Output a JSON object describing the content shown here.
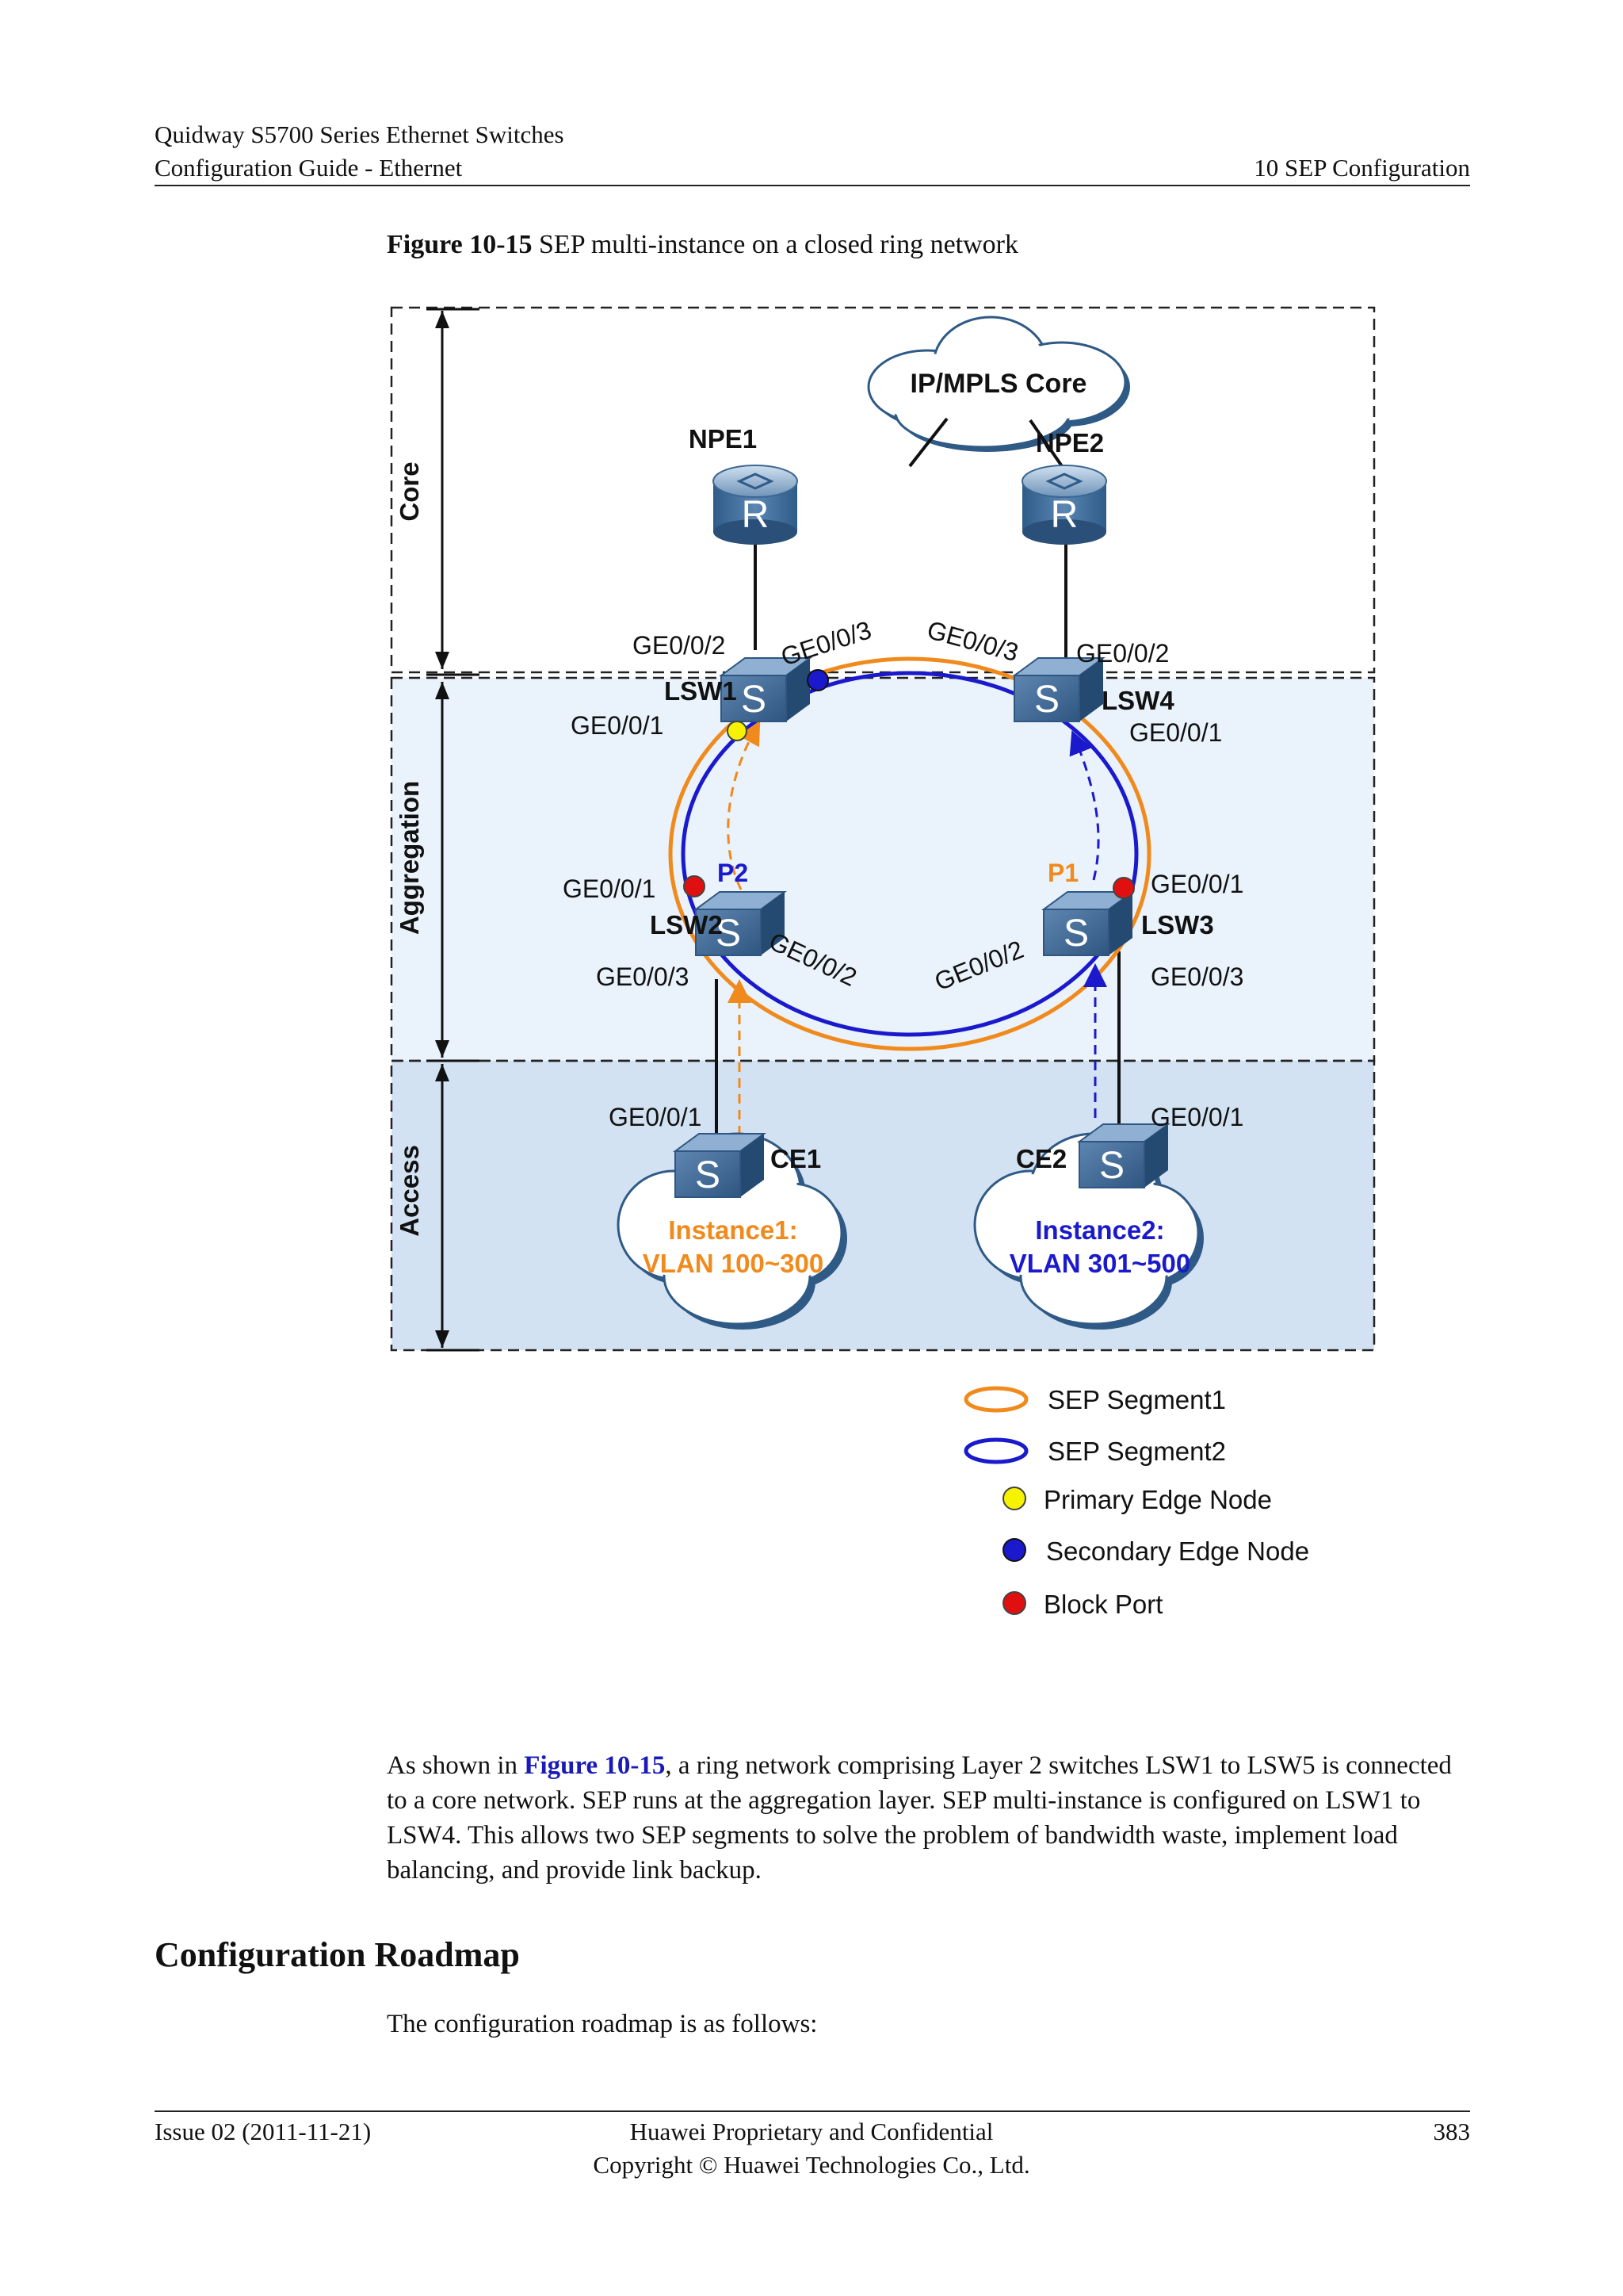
{
  "header": {
    "product": "Quidway S5700 Series Ethernet Switches",
    "guide": "Configuration Guide - Ethernet",
    "chapter": "10 SEP Configuration"
  },
  "figure": {
    "caption_label": "Figure 10-15",
    "caption_text": " SEP multi-instance on a closed ring network",
    "layers": {
      "core": "Core",
      "aggregation": "Aggregation",
      "access": "Access"
    },
    "cloud_label": "IP/MPLS Core",
    "router_glyph": "R",
    "switch_glyph": "S",
    "nodes": {
      "npe1": "NPE1",
      "npe2": "NPE2",
      "lsw1": "LSW1",
      "lsw2": "LSW2",
      "lsw3": "LSW3",
      "lsw4": "LSW4",
      "ce1": "CE1",
      "ce2": "CE2"
    },
    "ports": {
      "lsw1_up": "GE0/0/2",
      "lsw1_ring": "GE0/0/3",
      "lsw1_down": "GE0/0/1",
      "lsw4_ring": "GE0/0/3",
      "lsw4_up": "GE0/0/2",
      "lsw4_down": "GE0/0/1",
      "lsw2_up": "GE0/0/1",
      "lsw2_ring": "GE0/0/2",
      "lsw2_down": "GE0/0/3",
      "lsw3_up": "GE0/0/1",
      "lsw3_ring": "GE0/0/2",
      "lsw3_down": "GE0/0/3",
      "ce1_up": "GE0/0/1",
      "ce2_up": "GE0/0/1"
    },
    "block_labels": {
      "p2": "P2",
      "p1": "P1"
    },
    "instances": {
      "i1_title": "Instance1:",
      "i1_vlan": "VLAN 100~300",
      "i2_title": "Instance2:",
      "i2_vlan": "VLAN 301~500"
    },
    "legend": {
      "seg1": "SEP Segment1",
      "seg2": "SEP Segment2",
      "primary": "Primary Edge Node",
      "secondary": "Secondary Edge Node",
      "block": "Block Port"
    },
    "colors": {
      "segment1": "#f08a1c",
      "segment2": "#1a1acc",
      "primary_edge": "#f7f200",
      "secondary_edge": "#1a1acc",
      "block_port": "#e01010",
      "aggregation_bg": "#eaf2fb",
      "access_bg": "#d3e2f2"
    }
  },
  "body": {
    "para_1": "As shown in ",
    "para_link": "Figure 10-15",
    "para_2": ", a ring network comprising Layer 2 switches LSW1 to LSW5 is connected to a core network. SEP runs at the aggregation layer. SEP multi-instance is configured on LSW1 to LSW4. This allows two SEP segments to solve the problem of bandwidth waste, implement load balancing, and provide link backup.",
    "heading": "Configuration Roadmap",
    "roadmap_intro": "The configuration roadmap is as follows:"
  },
  "footer": {
    "issue": "Issue 02 (2011-11-21)",
    "confidential": "Huawei Proprietary and Confidential",
    "copyright": "Copyright © Huawei Technologies Co., Ltd.",
    "page": "383"
  }
}
